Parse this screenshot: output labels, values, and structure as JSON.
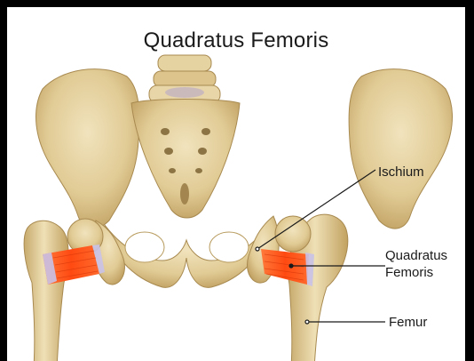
{
  "figure": {
    "title": "Quadratus Femoris",
    "labels": {
      "ischium": "Ischium",
      "quadratus_femoris_line1": "Quadratus",
      "quadratus_femoris_line2": "Femoris",
      "femur": "Femur"
    },
    "colors": {
      "bone": "#e3cf9c",
      "bone_shadow": "#c4a96b",
      "muscle": "#ff5a1f",
      "tendon": "#c9c2e8",
      "leader_line": "#1a1a1a"
    }
  }
}
